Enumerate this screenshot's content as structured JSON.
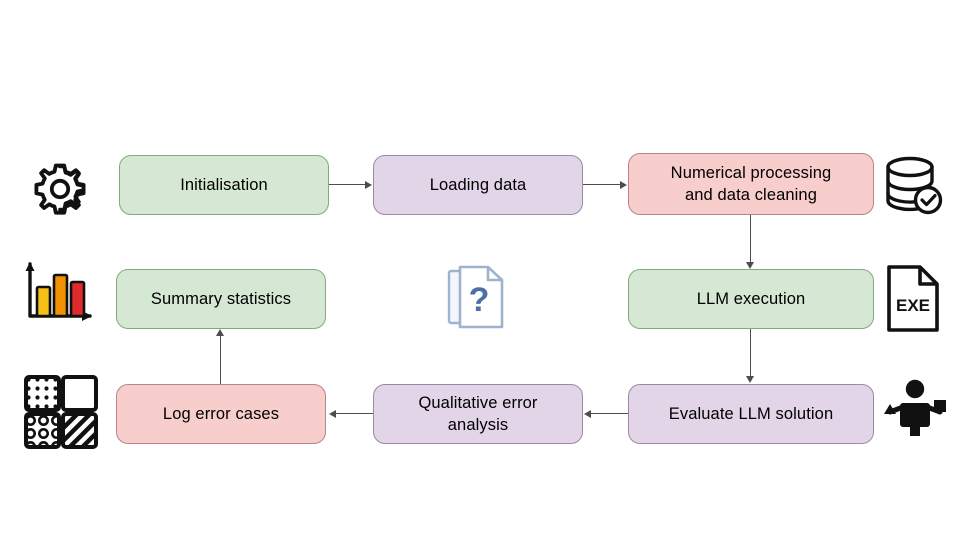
{
  "diagram": {
    "type": "flowchart",
    "title": "",
    "background_color": "#ffffff",
    "palette": {
      "green_fill": "#d5e8d4",
      "green_stroke": "#84a87f",
      "purple_fill": "#e1d5e7",
      "purple_stroke": "#9b8aa6",
      "pink_fill": "#f8cecc",
      "pink_stroke": "#b68582",
      "edge_color": "#4d4d4d",
      "icon_color": "#111111",
      "doc_icon_accent": "#4b6fa8",
      "bar_yellow": "#f5c116",
      "bar_orange": "#f39200",
      "bar_red": "#e02b2b"
    },
    "nodes": [
      {
        "id": "initialisation",
        "label": "Initialisation",
        "color": "green",
        "row": 1,
        "col": 1
      },
      {
        "id": "loading-data",
        "label": "Loading data",
        "color": "purple",
        "row": 1,
        "col": 2
      },
      {
        "id": "numerical",
        "label": "Numerical processing and data cleaning",
        "line1": "Numerical processing",
        "line2": "and data cleaning",
        "color": "pink",
        "row": 1,
        "col": 3
      },
      {
        "id": "summary-statistics",
        "label": "Summary statistics",
        "color": "green",
        "row": 2,
        "col": 1
      },
      {
        "id": "llm-execution",
        "label": "LLM execution",
        "color": "green",
        "row": 2,
        "col": 3
      },
      {
        "id": "log-error-cases",
        "label": "Log error cases",
        "color": "pink",
        "row": 3,
        "col": 1
      },
      {
        "id": "qualitative",
        "label": "Qualitative error analysis",
        "line1": "Qualitative error",
        "line2": "analysis",
        "color": "purple",
        "row": 3,
        "col": 2
      },
      {
        "id": "evaluate",
        "label": "Evaluate LLM solution",
        "color": "purple",
        "row": 3,
        "col": 3
      }
    ],
    "edges": [
      {
        "from": "initialisation",
        "to": "loading-data",
        "direction": "right"
      },
      {
        "from": "loading-data",
        "to": "numerical",
        "direction": "right"
      },
      {
        "from": "numerical",
        "to": "llm-execution",
        "direction": "down"
      },
      {
        "from": "llm-execution",
        "to": "evaluate",
        "direction": "down"
      },
      {
        "from": "evaluate",
        "to": "qualitative",
        "direction": "left"
      },
      {
        "from": "qualitative",
        "to": "log-error-cases",
        "direction": "left"
      },
      {
        "from": "log-error-cases",
        "to": "summary-statistics",
        "direction": "up"
      }
    ],
    "icons": [
      {
        "id": "gear-icon",
        "name": "gear-icon",
        "side": "left",
        "row": 1,
        "description": "gear / cog outline"
      },
      {
        "id": "database-icon",
        "name": "database-check-icon",
        "side": "right",
        "row": 1,
        "description": "database cylinder with check badge"
      },
      {
        "id": "bar-chart-icon",
        "name": "bar-chart-icon",
        "side": "left",
        "row": 2,
        "description": "bar chart with axes"
      },
      {
        "id": "question-doc-icon",
        "name": "question-document-icon",
        "side": "center",
        "row": 2,
        "description": "stacked documents with question mark"
      },
      {
        "id": "exe-file-icon",
        "name": "exe-file-icon",
        "side": "right",
        "row": 2,
        "label": "EXE",
        "description": "file with EXE label"
      },
      {
        "id": "swatch-grid-icon",
        "name": "pattern-swatch-grid-icon",
        "side": "left",
        "row": 3,
        "description": "2x2 grid of pattern swatches"
      },
      {
        "id": "evaluator-icon",
        "name": "person-evaluating-icon",
        "side": "right",
        "row": 3,
        "description": "person weighing two objects"
      }
    ]
  }
}
